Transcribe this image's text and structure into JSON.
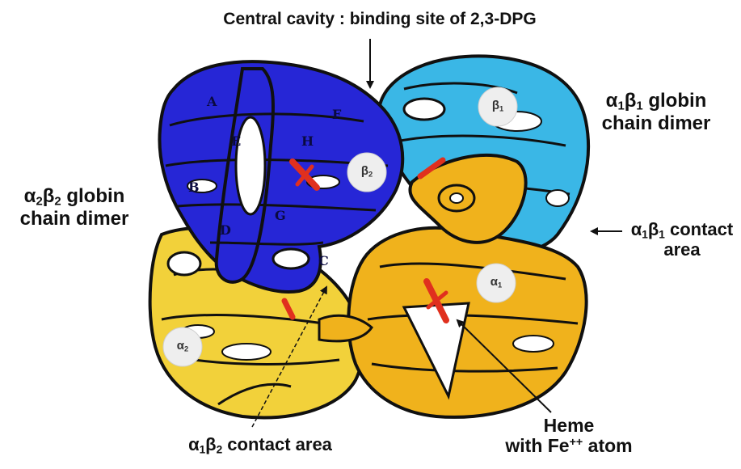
{
  "title": "Central cavity : binding site of  2,3-DPG",
  "labels": {
    "a1b1_dimer": {
      "alpha": "α",
      "alpha_sub": "1",
      "beta": "β",
      "beta_sub": "1",
      "rest1": " globin",
      "rest2": "chain dimer"
    },
    "a2b2_dimer": {
      "alpha": "α",
      "alpha_sub": "2",
      "beta": "β",
      "beta_sub": "2",
      "rest1": " globin",
      "rest2": "chain dimer"
    },
    "a1b1_contact": {
      "alpha": "α",
      "alpha_sub": "1",
      "beta": "β",
      "beta_sub": "1",
      "rest1": " contact",
      "rest2": "area"
    },
    "a1b2_contact": {
      "alpha": "α",
      "alpha_sub": "1",
      "beta": "β",
      "beta_sub": "2",
      "rest": " contact area"
    },
    "heme": {
      "line1": "Heme",
      "line2_pre": "with Fe",
      "line2_sup": "++",
      "line2_post": " atom"
    }
  },
  "subunits": {
    "beta1": {
      "sym": "β",
      "sub": "1"
    },
    "beta2": {
      "sym": "β",
      "sub": "2"
    },
    "alpha1": {
      "sym": "α",
      "sub": "1"
    },
    "alpha2": {
      "sym": "α",
      "sub": "2"
    }
  },
  "helices": [
    "A",
    "F",
    "E",
    "H",
    "B",
    "G",
    "D",
    "C"
  ],
  "colors": {
    "beta2_blue": "#2626d6",
    "beta1_cyan": "#3ab7e6",
    "alpha1_gold": "#f0b21c",
    "alpha2_yellow": "#f2d13a",
    "heme_red": "#e0301e",
    "outline": "#101010"
  }
}
